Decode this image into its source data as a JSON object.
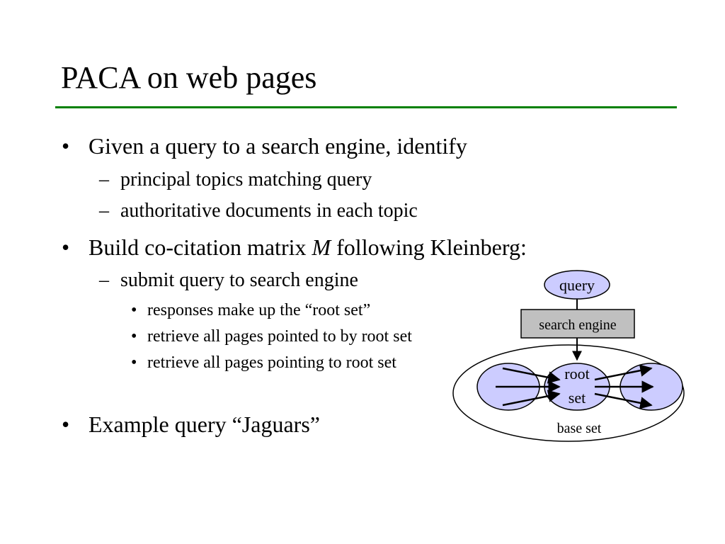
{
  "slide": {
    "title": "PACA on web pages"
  },
  "bullets": {
    "b1": "Given a query to a search engine, identify",
    "b1_sub1": "principal topics matching query",
    "b1_sub2": "authoritative documents in each topic",
    "b2_pre": "Build co-citation matrix ",
    "b2_var": "M",
    "b2_post": " following Kleinberg:",
    "b2_sub1": "submit query to search engine",
    "b2_sub1_item1": "responses make up the “root set”",
    "b2_sub1_item2": "retrieve all pages pointed to by root set",
    "b2_sub1_item3": "retrieve all pages pointing to root set",
    "b3": "Example query “Jaguars”",
    "marker_l1": "•",
    "marker_l2": "–",
    "marker_l3": "•"
  },
  "diagram": {
    "query_label": "query",
    "search_engine_label": "search engine",
    "root_label_line1": "root",
    "root_label_line2": "set",
    "base_set_label": "base set"
  },
  "colors": {
    "title_rule": "#008000",
    "node_fill": "#ccccff",
    "search_box_fill": "#c0c0c0"
  }
}
